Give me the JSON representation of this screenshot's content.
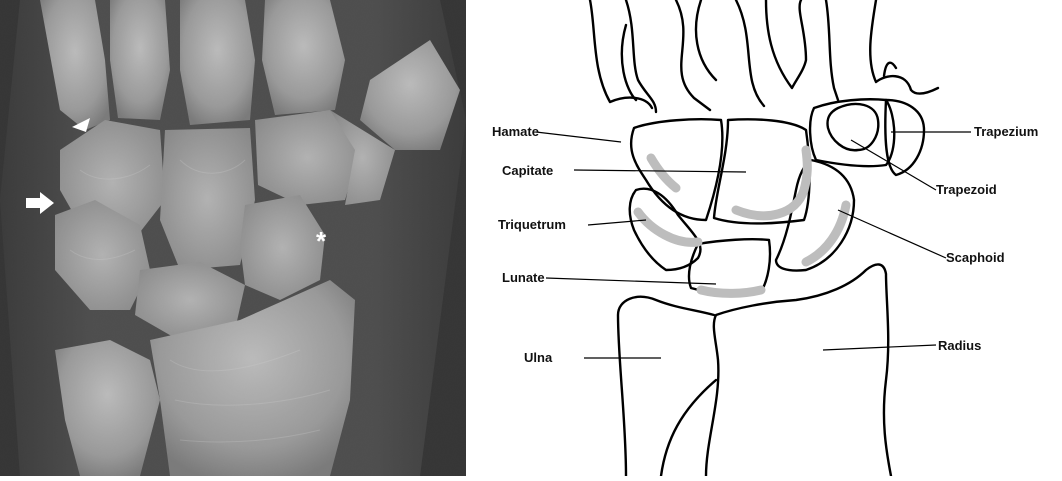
{
  "xray": {
    "marker_star": "*"
  },
  "diagram": {
    "labels": {
      "hamate": "Hamate",
      "capitate": "Capitate",
      "triquetrum": "Triquetrum",
      "lunate": "Lunate",
      "ulna": "Ulna",
      "trapezium": "Trapezium",
      "trapezoid": "Trapezoid",
      "scaphoid": "Scaphoid",
      "radius": "Radius"
    }
  },
  "colors": {
    "outline": "#000000",
    "arc_highlight": "#bdbdbd",
    "xray_background": "#151515",
    "bone": "#c8c8c8"
  }
}
